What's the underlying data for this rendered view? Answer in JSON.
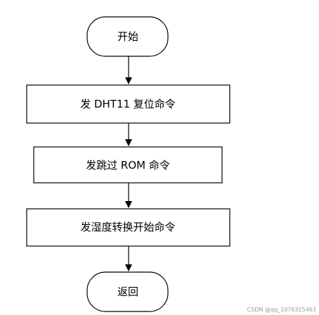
{
  "flowchart": {
    "nodes": [
      {
        "id": "start",
        "shape": "terminal",
        "label": "开始"
      },
      {
        "id": "step1",
        "shape": "process",
        "label": "发 DHT11 复位命令"
      },
      {
        "id": "step2",
        "shape": "process",
        "label": "发跳过 ROM 命令"
      },
      {
        "id": "step3",
        "shape": "process",
        "label": "发湿度转换开始命令"
      },
      {
        "id": "end",
        "shape": "terminal",
        "label": "返回"
      }
    ],
    "edges": [
      {
        "from": "start",
        "to": "step1"
      },
      {
        "from": "step1",
        "to": "step2"
      },
      {
        "from": "step2",
        "to": "step3"
      },
      {
        "from": "step3",
        "to": "end"
      }
    ]
  },
  "footer": {
    "watermark": "CSDN @qq_10763154​63"
  }
}
